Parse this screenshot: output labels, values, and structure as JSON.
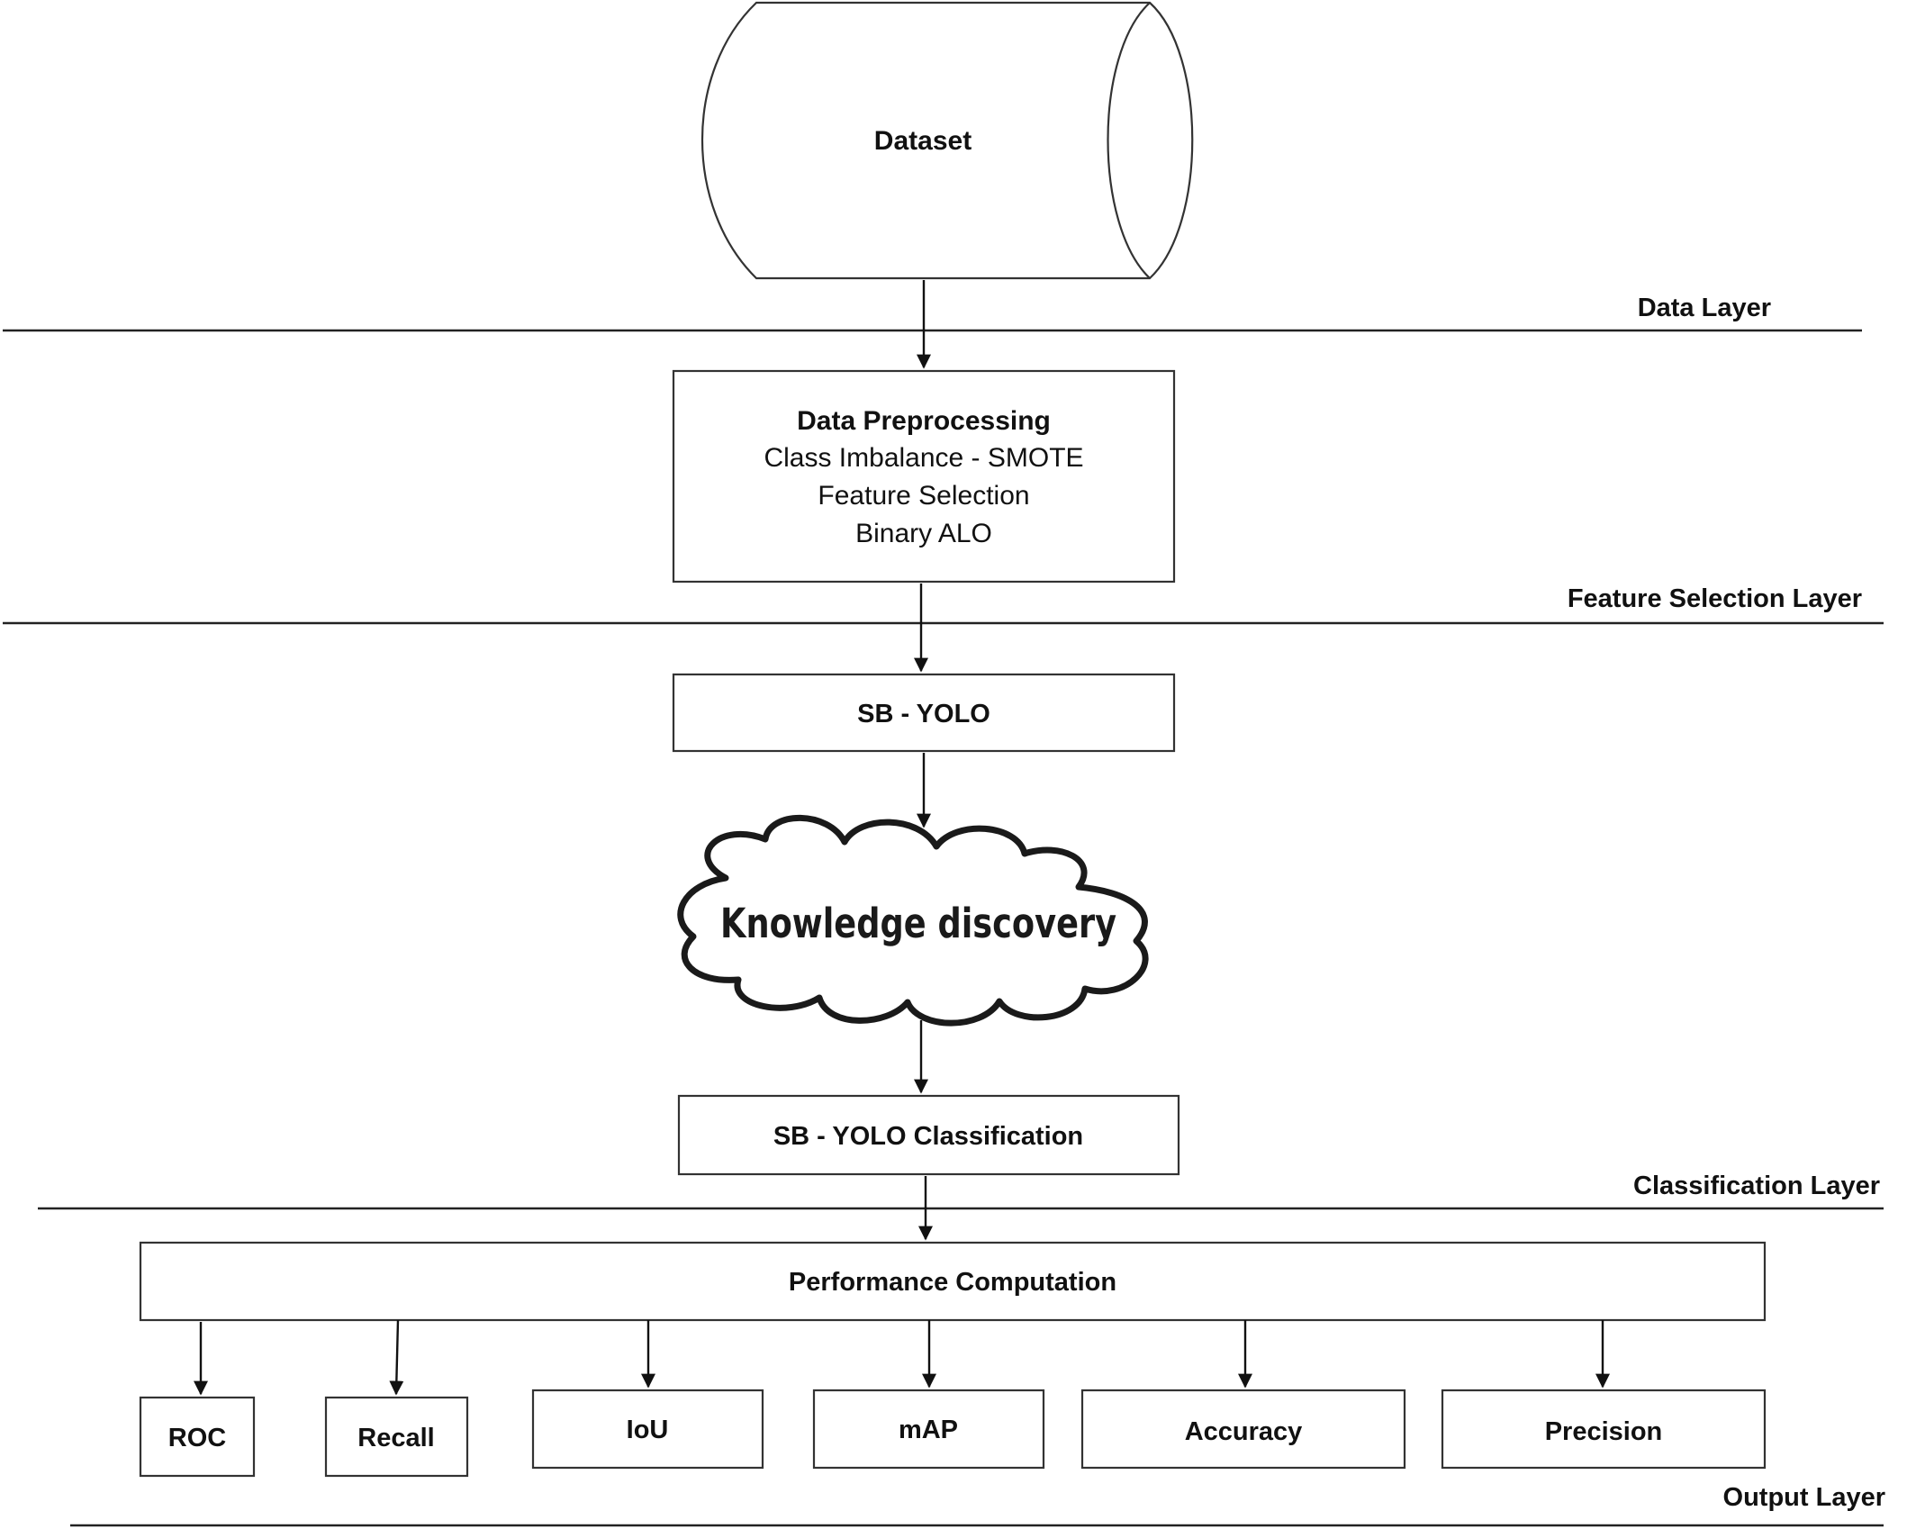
{
  "dataset": {
    "label": "Dataset"
  },
  "layers": {
    "data": "Data Layer",
    "feature_selection": "Feature Selection Layer",
    "classification": "Classification Layer",
    "output": "Output Layer"
  },
  "preprocessing": {
    "title": "Data Preprocessing",
    "lines": [
      "Class Imbalance - SMOTE",
      "Feature Selection",
      "Binary ALO"
    ]
  },
  "sb_yolo": {
    "label": "SB - YOLO"
  },
  "knowledge": {
    "label": "Knowledge discovery"
  },
  "classification": {
    "label": "SB - YOLO Classification"
  },
  "performance": {
    "label": "Performance Computation"
  },
  "metrics": [
    "ROC",
    "Recall",
    "IoU",
    "mAP",
    "Accuracy",
    "Precision"
  ]
}
